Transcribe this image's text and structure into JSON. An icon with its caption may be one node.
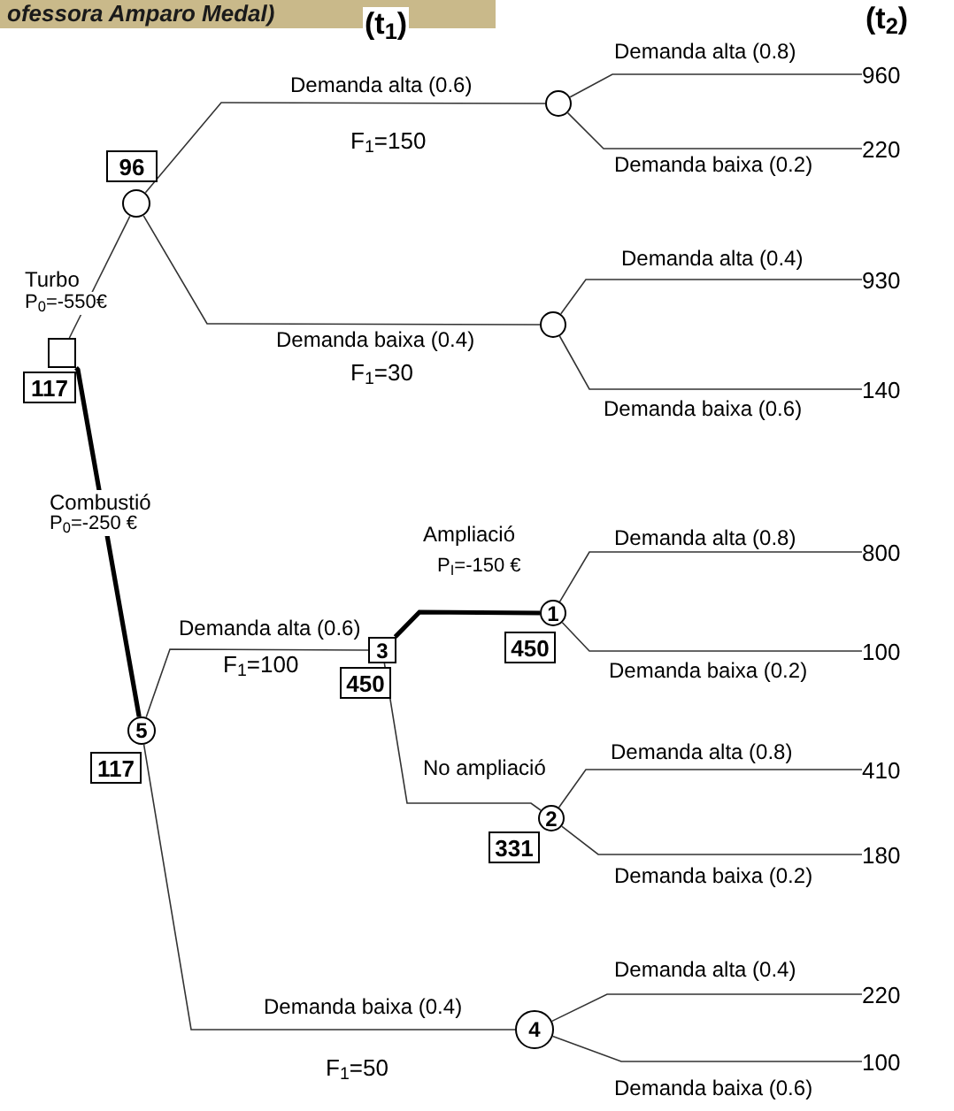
{
  "diagram": {
    "title": "ofessora Amparo Medal)",
    "nodes": [
      {
        "text": [],
        "shape": "box"
      },
      {
        "text": [
          "117"
        ]
      },
      {
        "text": [],
        "shape": "circle"
      },
      {
        "text": [
          "96"
        ]
      },
      {
        "text": [],
        "shape": "circle"
      },
      {
        "text": [],
        "shape": "circle"
      },
      {
        "text": [
          "5"
        ]
      },
      {
        "text": [
          "117"
        ]
      },
      {
        "text": [
          "3"
        ]
      },
      {
        "text": [
          "450"
        ]
      },
      {
        "text": [
          "1"
        ]
      },
      {
        "text": [
          "450"
        ]
      },
      {
        "text": [
          "2"
        ]
      },
      {
        "text": [
          "331"
        ]
      },
      {
        "text": [
          "4"
        ]
      },
      {
        "text": [
          "960"
        ]
      },
      {
        "text": [
          "220"
        ]
      },
      {
        "text": [
          "930"
        ]
      },
      {
        "text": [
          "140"
        ]
      },
      {
        "text": [
          "800"
        ]
      },
      {
        "text": [
          "100"
        ]
      },
      {
        "text": [
          "410"
        ]
      },
      {
        "text": [
          "180"
        ]
      },
      {
        "text": [
          "220"
        ]
      },
      {
        "text": [
          "100"
        ]
      }
    ],
    "edges": [
      {
        "from": 0,
        "to": 2,
        "arrow": "none",
        "label": "Turbo"
      },
      {
        "from": 2,
        "to": 4,
        "arrow": "none",
        "label": "Demanda alta (0.6)"
      },
      {
        "from": 2,
        "to": 5,
        "arrow": "none",
        "label": "Demanda baixa (0.4)"
      },
      {
        "from": 4,
        "to": 15,
        "arrow": "none",
        "label": "Demanda alta (0.8)"
      },
      {
        "from": 4,
        "to": 16,
        "arrow": "none",
        "label": "Demanda baixa (0.2)"
      },
      {
        "from": 5,
        "to": 17,
        "arrow": "none",
        "label": "Demanda alta (0.4)"
      },
      {
        "from": 5,
        "to": 18,
        "arrow": "none",
        "label": "Demanda baixa (0.6)"
      },
      {
        "from": 0,
        "to": 6,
        "arrow": "none",
        "label": "Combustió",
        "style": "thick"
      },
      {
        "from": 6,
        "to": 8,
        "arrow": "none",
        "label": "Demanda alta (0.6)"
      },
      {
        "from": 6,
        "to": 14,
        "arrow": "none",
        "label": "Demanda baixa (0.4)"
      },
      {
        "from": 8,
        "to": 10,
        "arrow": "none",
        "label": "Ampliació",
        "style": "thick"
      },
      {
        "from": 8,
        "to": 12,
        "arrow": "none",
        "label": "No ampliació"
      },
      {
        "from": 10,
        "to": 19,
        "arrow": "none",
        "label": "Demanda alta (0.8)"
      },
      {
        "from": 10,
        "to": 20,
        "arrow": "none",
        "label": "Demanda baixa (0.2)"
      },
      {
        "from": 12,
        "to": 21,
        "arrow": "none",
        "label": "Demanda alta (0.8)"
      },
      {
        "from": 12,
        "to": 22,
        "arrow": "none",
        "label": "Demanda baixa (0.2)"
      },
      {
        "from": 14,
        "to": 23,
        "arrow": "none",
        "label": "Demanda alta (0.4)"
      },
      {
        "from": 14,
        "to": 24,
        "arrow": "none",
        "label": "Demanda baixa (0.6)"
      }
    ],
    "labels": [
      "(t$_{1}$)",
      "(t$_{2}$)",
      "F$_{1}$=150",
      "P$_{0}$=-550€",
      "F$_{1}$=30",
      "P$_{0}$=-250 €",
      "P$_{I}$=-150 €",
      "F$_{1}$=100",
      "F$_{1}$=50"
    ]
  }
}
